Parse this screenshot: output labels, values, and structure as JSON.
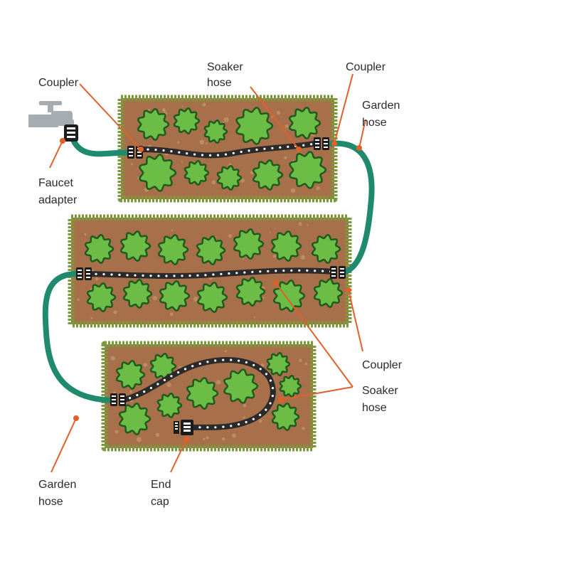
{
  "colors": {
    "soil": "#a8704a",
    "soil_speckle": "#c8a074",
    "bed_border": "#7a9a3c",
    "bed_border_dark": "#5c7f2e",
    "plant_fill": "#6cbd45",
    "plant_stroke": "#1f5a1e",
    "garden_hose": "#1f8a6e",
    "garden_hose_dark": "#146a54",
    "soaker_hose": "#2a2a2a",
    "drip": "#ffffff",
    "faucet": "#a5adb2",
    "leader": "#e0602a",
    "text": "#2b2b2b"
  },
  "labels": {
    "coupler_top_left": [
      "Coupler"
    ],
    "soaker_hose_top": [
      "Soaker",
      "hose"
    ],
    "coupler_top_right": [
      "Coupler"
    ],
    "garden_hose_top": [
      "Garden",
      "hose"
    ],
    "faucet_adapter": [
      "Faucet",
      "adapter"
    ],
    "coupler_middle": [
      "Coupler"
    ],
    "soaker_hose_lower": [
      "Soaker",
      "hose"
    ],
    "garden_hose_bottom": [
      "Garden",
      "hose"
    ],
    "end_cap": [
      "End",
      "cap"
    ]
  },
  "icons": [
    "faucet-icon",
    "coupler-icon",
    "end-cap-icon",
    "plant-icon"
  ]
}
